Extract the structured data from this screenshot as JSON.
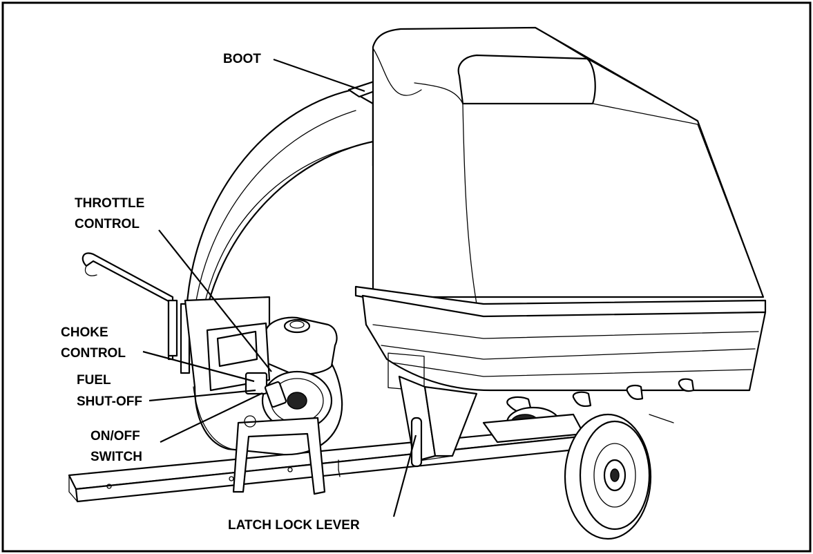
{
  "labels": {
    "boot": "BOOT",
    "throttle_control": [
      "THROTTLE",
      "CONTROL"
    ],
    "choke_control": [
      "CHOKE",
      "CONTROL"
    ],
    "fuel_shutoff": [
      "FUEL",
      "SHUT-OFF"
    ],
    "onoff_switch": [
      "ON/OFF",
      "SWITCH"
    ],
    "latch_lock_lever": "LATCH LOCK LEVER"
  }
}
